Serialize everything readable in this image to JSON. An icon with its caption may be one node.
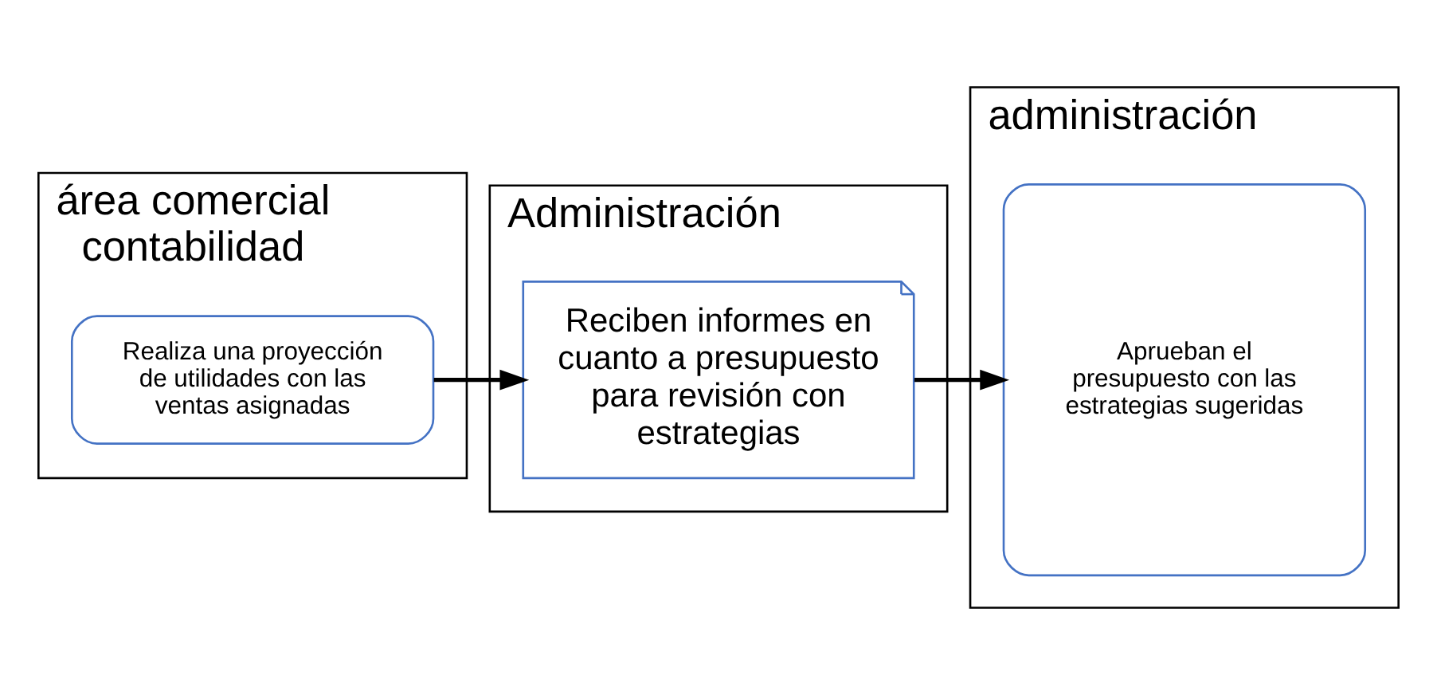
{
  "diagram": {
    "nodes": [
      {
        "text": [
          "área comercial contabilidad"
        ]
      },
      {
        "text": [
          "Realiza una proyección de utilidades con las ventas asignadas"
        ],
        "in": 0
      },
      {
        "text": [
          "Administración"
        ]
      },
      {
        "text": [
          "Reciben informes en cuanto a presupuesto para revisión con estrategias"
        ],
        "in": 2
      },
      {
        "text": [
          "administración"
        ]
      },
      {
        "text": [
          "Aprueban el presupuesto con las estrategias sugeridas"
        ],
        "in": 4
      }
    ],
    "edges": [
      {
        "from": 1,
        "to": 3,
        "arrow": "to"
      },
      {
        "from": 3,
        "to": 5,
        "arrow": "to"
      }
    ]
  }
}
